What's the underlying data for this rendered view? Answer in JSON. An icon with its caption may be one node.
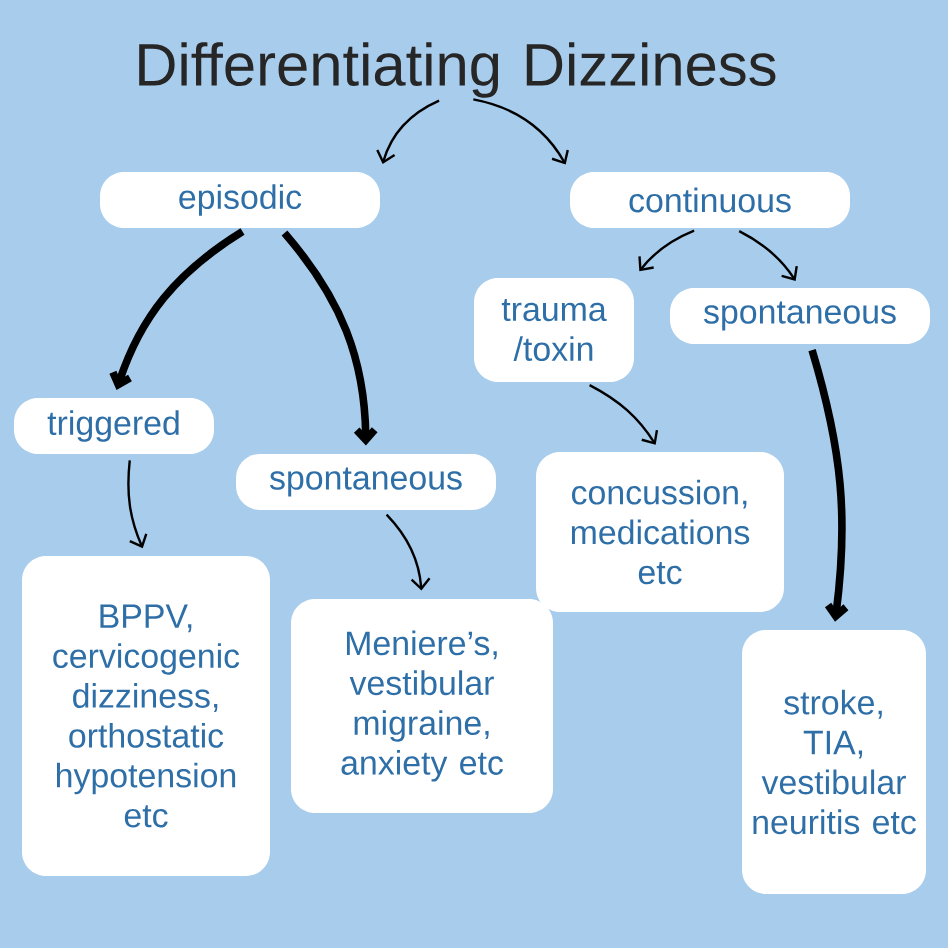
{
  "diagram": {
    "nodes": [
      {
        "text": [
          "Differentiating Dizziness"
        ]
      },
      {
        "text": [
          "episodic"
        ]
      },
      {
        "text": [
          "continuous"
        ]
      },
      {
        "text": [
          "triggered"
        ]
      },
      {
        "text": [
          "spontaneous"
        ]
      },
      {
        "text": [
          "trauma /toxin"
        ]
      },
      {
        "text": [
          "spontaneous"
        ]
      },
      {
        "text": [
          "concussion, medications etc"
        ]
      },
      {
        "text": [
          "BPPV, cervicogenic dizziness, orthostatic hypotension etc"
        ]
      },
      {
        "text": [
          "Meniere’s, vestibular migraine, anxiety etc"
        ]
      },
      {
        "text": [
          "stroke, TIA, vestibular neuritis etc"
        ]
      }
    ],
    "edges": [
      {
        "from": 0,
        "to": 1,
        "arrow": "to"
      },
      {
        "from": 0,
        "to": 2,
        "arrow": "to"
      },
      {
        "from": 1,
        "to": 3,
        "arrow": "to",
        "style": "thick"
      },
      {
        "from": 1,
        "to": 4,
        "arrow": "to",
        "style": "thick"
      },
      {
        "from": 2,
        "to": 5,
        "arrow": "to"
      },
      {
        "from": 2,
        "to": 6,
        "arrow": "to"
      },
      {
        "from": 5,
        "to": 7,
        "arrow": "to"
      },
      {
        "from": 6,
        "to": 10,
        "arrow": "to",
        "style": "thick"
      },
      {
        "from": 3,
        "to": 8,
        "arrow": "to"
      },
      {
        "from": 4,
        "to": 9,
        "arrow": "to"
      }
    ]
  }
}
